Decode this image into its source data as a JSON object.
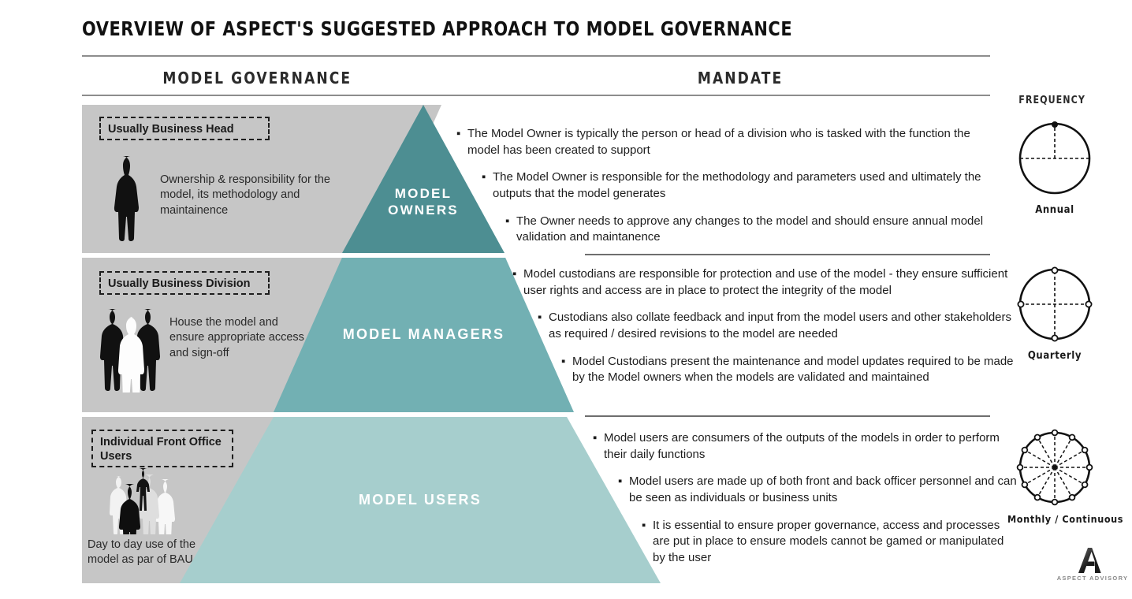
{
  "slide": {
    "title": "OVERVIEW OF ASPECT'S SUGGESTED APPROACH TO MODEL GOVERNANCE",
    "columns": {
      "governance": "MODEL GOVERNANCE",
      "mandate": "MANDATE",
      "frequency": "FREQUENCY"
    }
  },
  "colors": {
    "tier1": "#4D8E92",
    "tier2": "#72B0B3",
    "tier3": "#A6CECD",
    "panel_grey": "#C6C6C6",
    "rule_grey": "#8D8D8D",
    "text_dark": "#1D1D1D",
    "logo_grey": "#8A8A8A"
  },
  "rows": [
    {
      "id": "model-owners",
      "tier_label": "MODEL\nOWNERS",
      "tier_label_line1": "MODEL",
      "tier_label_line2": "OWNERS",
      "dashed_label": "Usually Business Head",
      "icon": "single-person-silhouette-icon",
      "caption": "Ownership & responsibility for the model, its methodology and maintainence",
      "bullets": [
        {
          "indent": 0,
          "text": "The Model Owner is typically the person or head of a division who is tasked with the function the model has been created to support"
        },
        {
          "indent": 1,
          "text": "The Model Owner is responsible for the methodology and parameters used and ultimately the outputs that the model generates"
        },
        {
          "indent": 2,
          "text": "The Owner needs to approve any changes to the model and should ensure annual model validation and maintanence"
        }
      ],
      "frequency": {
        "label": "Annual",
        "marks": 1,
        "icon": "clock-annual-icon"
      }
    },
    {
      "id": "model-managers",
      "tier_label": "MODEL MANAGERS",
      "tier_label_line1": "MODEL MANAGERS",
      "tier_label_line2": "",
      "dashed_label": "Usually Business Division",
      "icon": "three-people-silhouette-icon",
      "caption": "House the model and ensure appropriate access and sign-off",
      "bullets": [
        {
          "indent": 0,
          "text": "Model custodians are responsible for protection and use of the model - they ensure sufficient user rights and access are in place to protect the integrity of the model"
        },
        {
          "indent": 1,
          "text": "Custodians also collate feedback and input from the model users and other stakeholders as required / desired revisions to the model are needed"
        },
        {
          "indent": 2,
          "text": "Model Custodians present the maintenance and model updates required to be made by the Model owners when the models are validated and maintained"
        }
      ],
      "frequency": {
        "label": "Quarterly",
        "marks": 4,
        "icon": "clock-quarterly-icon"
      }
    },
    {
      "id": "model-users",
      "tier_label": "MODEL USERS",
      "tier_label_line1": "MODEL USERS",
      "tier_label_line2": "",
      "dashed_label": "Individual Front Office Users",
      "icon": "crowd-silhouette-icon",
      "caption": "Day to day use of the model as par of BAU",
      "bullets": [
        {
          "indent": 0,
          "text": "Model users are consumers of the outputs of the models in order to perform their daily functions"
        },
        {
          "indent": 1,
          "text": "Model users are made up of both front and back officer personnel and can be seen as individuals or business units"
        },
        {
          "indent": 2,
          "text": "It is essential to ensure proper governance, access and processes are put in place to ensure models cannot be gamed or manipulated by the user"
        }
      ],
      "frequency": {
        "label": "Monthly / Continuous",
        "marks": 12,
        "icon": "clock-monthly-icon"
      }
    }
  ],
  "logo": {
    "mark": "A",
    "wordmark": "ASPECT ADVISORY"
  }
}
